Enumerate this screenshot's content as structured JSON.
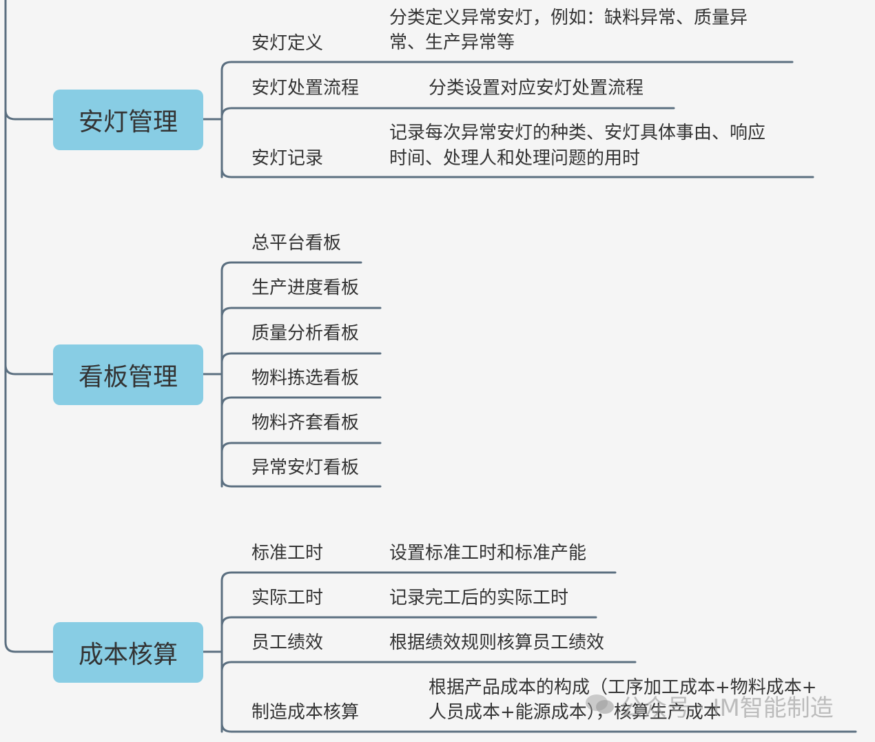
{
  "branches": [
    {
      "title": "安灯管理",
      "items": [
        {
          "label": "安灯定义",
          "desc": [
            "分类定义异常安灯，例如：缺料异常、质量异",
            "常、生产异常等"
          ]
        },
        {
          "label": "安灯处置流程",
          "desc": [
            "分类设置对应安灯处置流程"
          ]
        },
        {
          "label": "安灯记录",
          "desc": [
            "记录每次异常安灯的种类、安灯具体事由、响应",
            "时间、处理人和处理问题的用时"
          ]
        }
      ]
    },
    {
      "title": "看板管理",
      "items": [
        {
          "label": "总平台看板"
        },
        {
          "label": "生产进度看板"
        },
        {
          "label": "质量分析看板"
        },
        {
          "label": "物料拣选看板"
        },
        {
          "label": "物料齐套看板"
        },
        {
          "label": "异常安灯看板"
        }
      ]
    },
    {
      "title": "成本核算",
      "items": [
        {
          "label": "标准工时",
          "desc": [
            "设置标准工时和标准产能"
          ]
        },
        {
          "label": "实际工时",
          "desc": [
            "记录完工后的实际工时"
          ]
        },
        {
          "label": "员工绩效",
          "desc": [
            "根据绩效规则核算员工绩效"
          ]
        },
        {
          "label": "制造成本核算",
          "desc": [
            "根据产品成本的构成（工序加工成本+物料成本+",
            "人员成本+能源成本），核算生产成本"
          ]
        }
      ]
    }
  ],
  "watermark": "公众号 · IM智能制造",
  "colors": {
    "node": "#88cde4",
    "line": "#5b6f80"
  }
}
